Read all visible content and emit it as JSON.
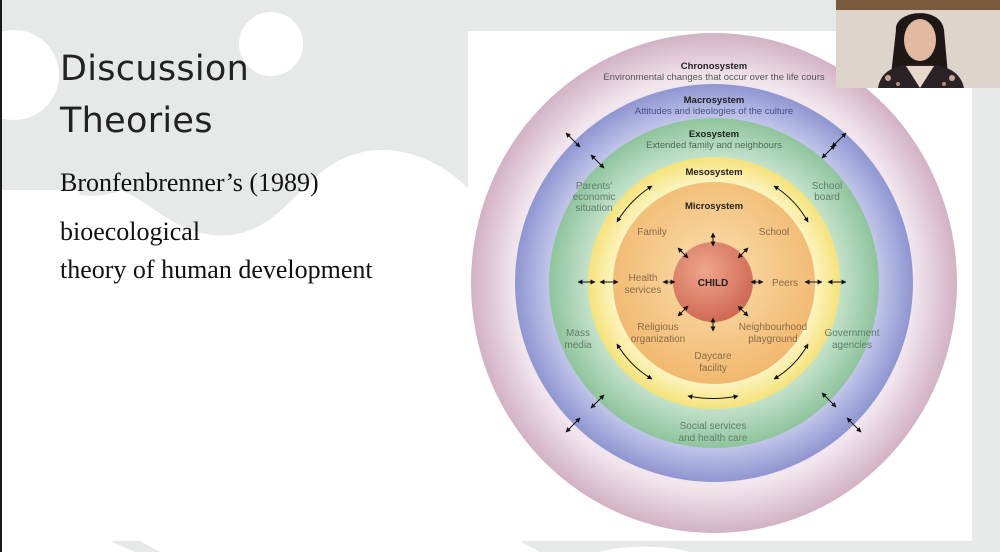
{
  "slide": {
    "title_line1": "Discussion",
    "title_line2": "Theories",
    "author": "Bronfenbrenner’s (1989)",
    "theory_line1": "bioecological",
    "theory_line2": "theory of human development"
  },
  "diagram": {
    "center": "CHILD",
    "systems": [
      {
        "name": "Chronosystem",
        "description": "Environmental changes that occur over the life course",
        "color": "#d8bccb"
      },
      {
        "name": "Macrosystem",
        "description": "Attitudes and ideologies of the culture",
        "color": "#9fa6d8"
      },
      {
        "name": "Exosystem",
        "description": "Extended family and neighbours",
        "color": "#9fcca9"
      },
      {
        "name": "Mesosystem",
        "description": "",
        "color": "#f7e88c"
      },
      {
        "name": "Microsystem",
        "description": "",
        "color": "#f3c27e"
      }
    ],
    "microsystem_items": [
      "Family",
      "School",
      "Health services",
      "Peers",
      "Religious organization",
      "Neighbourhood playground",
      "Daycare facility"
    ],
    "exosystem_items": [
      "Parents' economic situation",
      "School board",
      "Mass media",
      "Government agencies",
      "Social services and health care"
    ],
    "labels": {
      "chrono_desc_visible": "Environmental changes that occur over the life cours",
      "family": "Family",
      "school": "School",
      "health1": "Health",
      "health2": "services",
      "peers": "Peers",
      "religious1": "Religious",
      "religious2": "organization",
      "neigh1": "Neighbourhood",
      "neigh2": "playground",
      "daycare1": "Daycare",
      "daycare2": "facility",
      "parents1": "Parents'",
      "parents2": "economic",
      "parents3": "situation",
      "board1": "School",
      "board2": "board",
      "mass1": "Mass",
      "mass2": "media",
      "gov1": "Government",
      "gov2": "agencies",
      "social1": "Social services",
      "social2": "and health care"
    }
  },
  "webcam": {
    "label": "presenter-video"
  }
}
